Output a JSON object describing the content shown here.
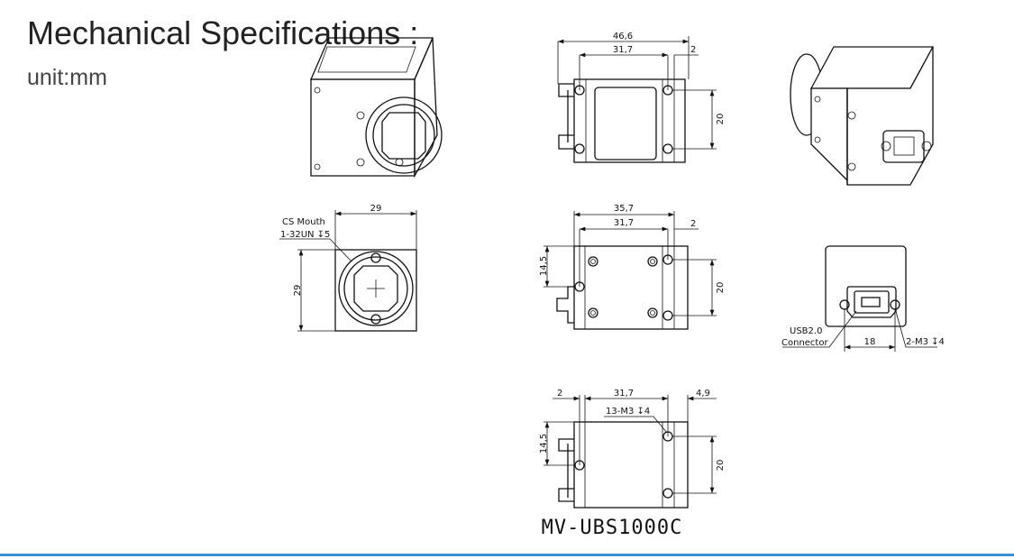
{
  "header": {
    "title": "Mechanical Specifications :",
    "unit": "unit:mm"
  },
  "top_view": {
    "overall": "46,6",
    "hole_span": "31,7",
    "edge": "2",
    "hole_pitch": "20"
  },
  "front_view": {
    "width": "29",
    "height": "29",
    "mount_label": "CS Mouth",
    "mount_thread": "1-32UN ↧5"
  },
  "side_view": {
    "overall": "35,7",
    "hole_span": "31,7",
    "edge": "2",
    "offset": "14,5",
    "hole_pitch": "20"
  },
  "back_view": {
    "connector_label_1": "USB2.0",
    "connector_label_2": "Connector",
    "hole_span": "18",
    "holes": "2-M3 ↧4"
  },
  "bottom_view": {
    "edge_left": "2",
    "hole_span": "31,7",
    "edge_right": "4,9",
    "holes": "13-M3 ↧4",
    "offset": "14,5",
    "hole_pitch": "20"
  },
  "model": "MV-UBS1000C",
  "accent_color": "#3b8fd0"
}
